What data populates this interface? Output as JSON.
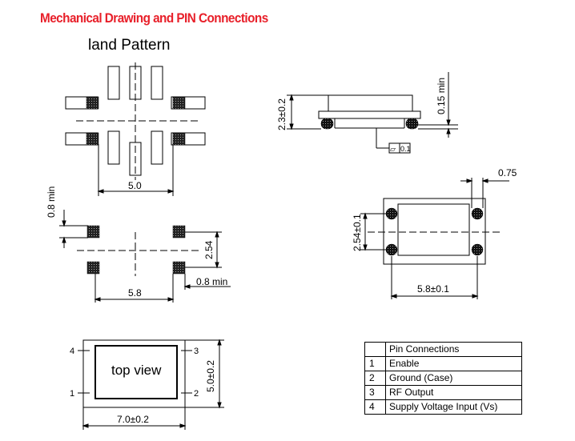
{
  "heading": "Mechanical Drawing and PIN Connections",
  "land_pattern": {
    "title": "land Pattern",
    "dim_width": "5.0",
    "dim_height": "0.8 min",
    "dim_pitch": "2.54",
    "dim_pad": "0.8 min",
    "dim_span": "5.8"
  },
  "side_view": {
    "dim_height": "2.3±0.2",
    "dim_standoff": "0.15 min",
    "flatness_symbol": "⏥",
    "flatness_value": "0.1"
  },
  "bottom_view": {
    "dim_pad": "0.75",
    "dim_pitch": "2.54±0.1",
    "dim_span": "5.8±0.1"
  },
  "top_view": {
    "label": "top view",
    "pin_4": "4",
    "pin_3": "3",
    "pin_1": "1",
    "pin_2": "2",
    "dim_height": "5.0±0.2",
    "dim_width": "7.0±0.2"
  },
  "pin_table": {
    "header": "Pin Connections",
    "rows": [
      {
        "num": "1",
        "name": "Enable"
      },
      {
        "num": "2",
        "name": "Ground (Case)"
      },
      {
        "num": "3",
        "name": "RF Output"
      },
      {
        "num": "4",
        "name": "Supply Voltage Input (Vs)"
      }
    ]
  }
}
